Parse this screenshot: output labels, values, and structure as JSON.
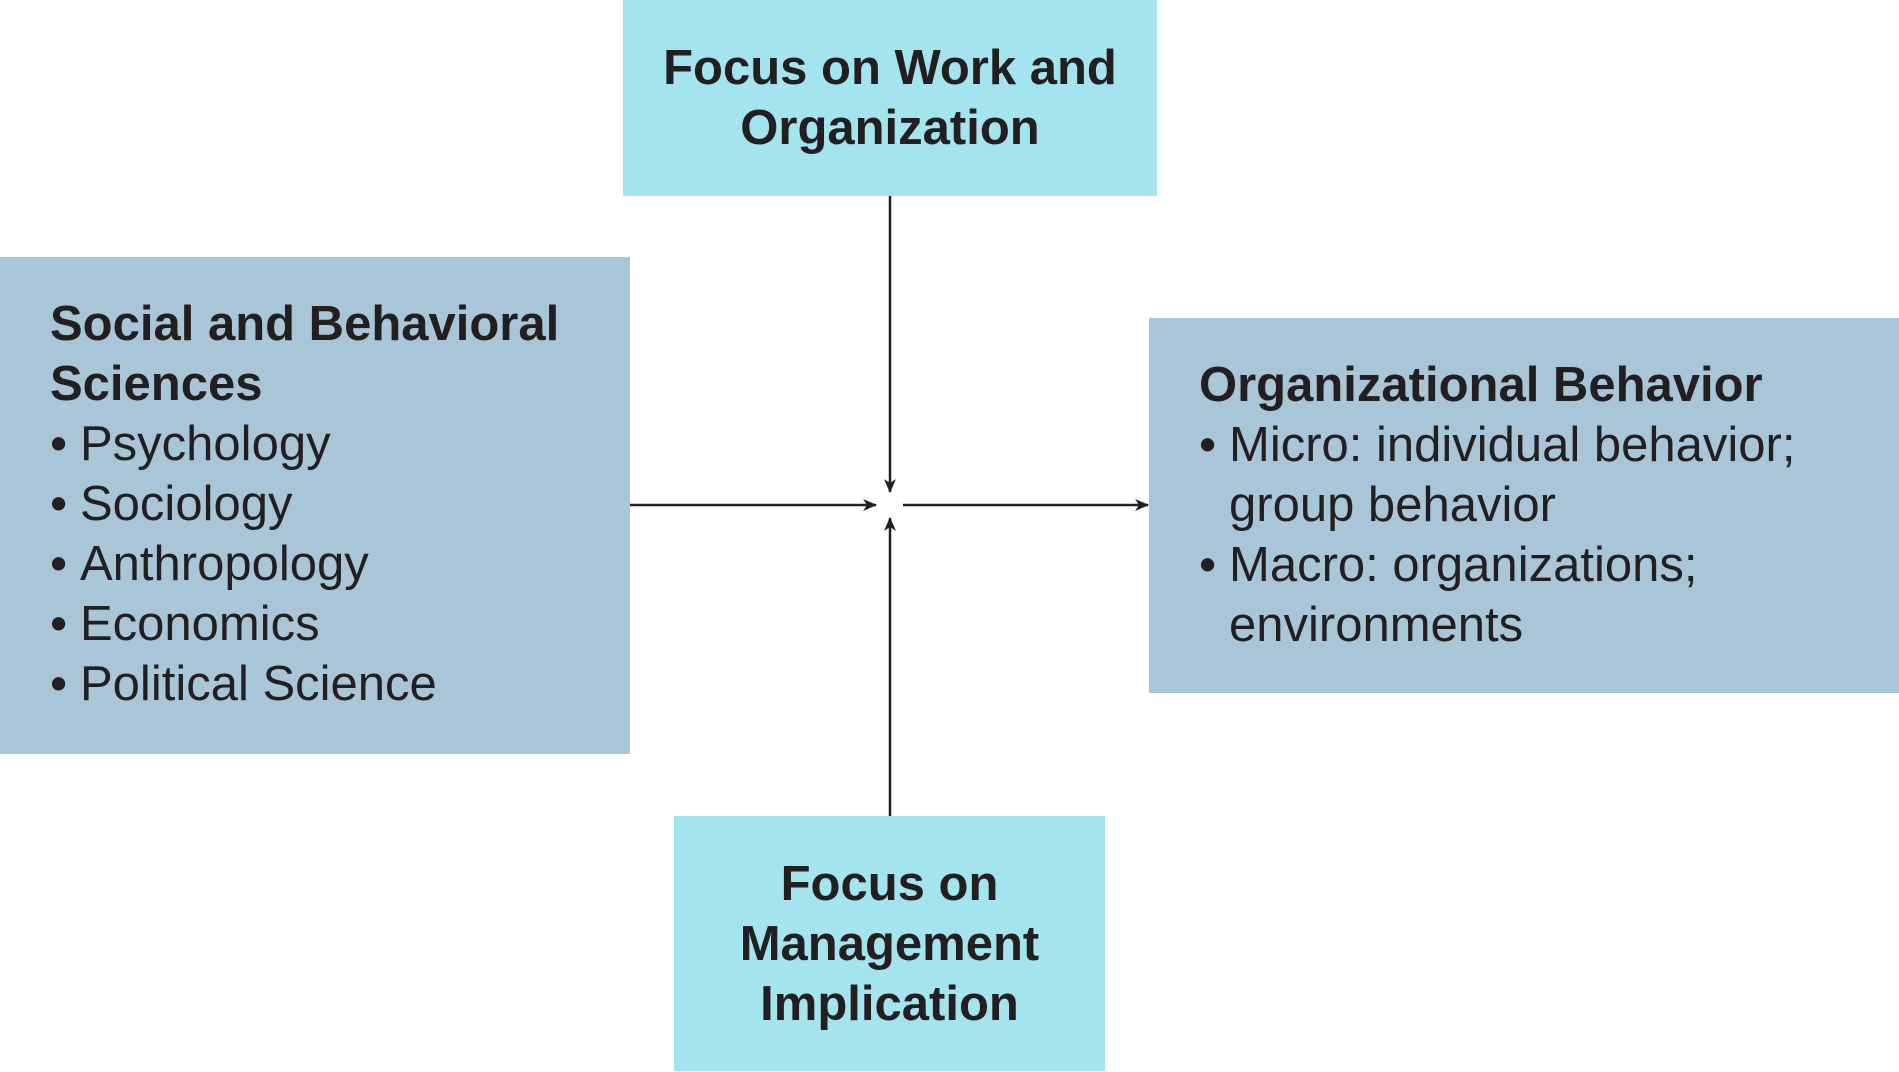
{
  "top_box": {
    "title": "Focus on Work and Organization"
  },
  "bottom_box": {
    "title": "Focus on Management Implication"
  },
  "left_box": {
    "title": "Social and Behavioral Sciences",
    "bullet": "•",
    "items": [
      "Psychology",
      "Sociology",
      "Anthropology",
      "Economics",
      "Political Science"
    ]
  },
  "right_box": {
    "title": "Organizational Behavior",
    "bullet": "•",
    "items": [
      "Micro: individual behavior; group behavior",
      "Macro: organizations; environments"
    ]
  },
  "colors": {
    "cyan_box": "#a3e4ef",
    "steel_box": "#a9c6d8",
    "text": "#231f20",
    "arrow": "#231f20"
  }
}
